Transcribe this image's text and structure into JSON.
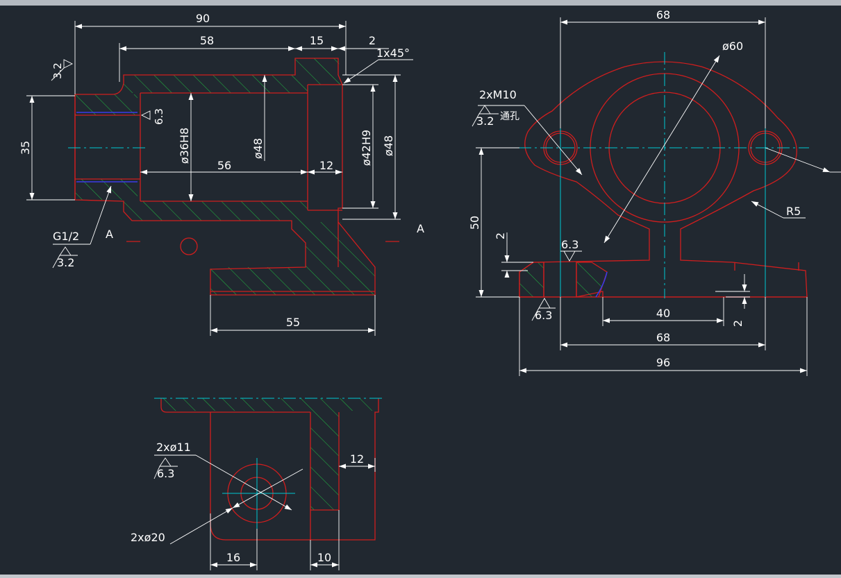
{
  "drawing": {
    "front_view": {
      "dims": {
        "overall_length": "90",
        "bore_length": "58",
        "step_length": "15",
        "chamfer_length": "2",
        "chamfer": "1x45°",
        "thread_height": "35",
        "bore_dia": "ø36H8",
        "outer_dia": "ø48",
        "counterbore_dia": "ø42H9",
        "flange_dia": "ø48",
        "bore_depth": "56",
        "counterbore_depth": "12",
        "base_width": "55"
      },
      "thread_label": "G1/2",
      "roughness_thread": "3.2",
      "roughness_top": "3.2",
      "roughness_bore": "6.3",
      "section_left": "A",
      "section_right": "A"
    },
    "side_view": {
      "dims": {
        "hole_spacing": "68",
        "boss_dia": "ø60",
        "hole_label": "2xM10",
        "hole_note": "通孔",
        "radius": "R5",
        "height": "50",
        "step": "2",
        "base_length_inner": "40",
        "base_length_mid": "68",
        "base_length_total": "96",
        "recess": "2"
      },
      "roughness_hole": "3.2",
      "roughness_top": "6.3",
      "roughness_bottom": "6.3"
    },
    "section_view": {
      "dims": {
        "small_hole": "2xø11",
        "counterbore": "2xø20",
        "offset": "16",
        "rib_thickness": "10",
        "wall_width": "12"
      },
      "roughness": "6.3"
    }
  },
  "colors": {
    "background": "#212830",
    "outline": "#d01e1e",
    "dimension": "#ffffff",
    "centerline": "#00c8d2",
    "hatch": "#20b040",
    "thread": "#3b3be8"
  }
}
